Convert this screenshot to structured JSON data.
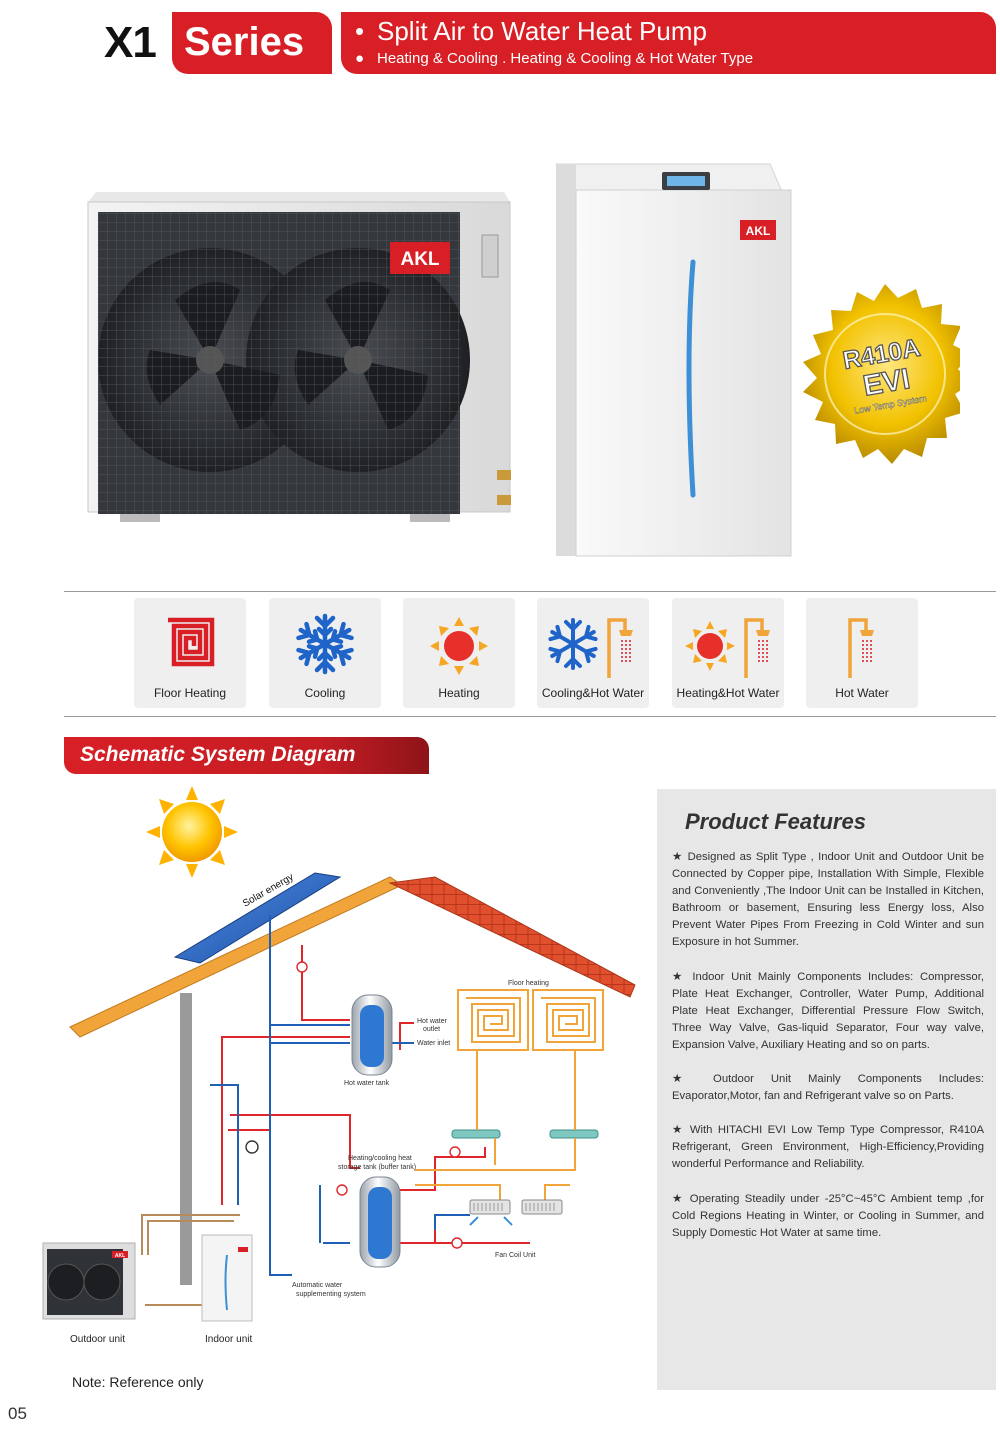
{
  "header": {
    "model": "X1",
    "series": "Series",
    "title": "Split Air to Water Heat Pump",
    "subtitle": "Heating & Cooling  . Heating & Cooling & Hot Water Type"
  },
  "products": {
    "outdoor_brand": "AKL",
    "indoor_brand": "AKL",
    "badge_line1": "R410A",
    "badge_line2": "EVI",
    "badge_line3": "Low Temp System"
  },
  "functions": [
    {
      "label": "Floor Heating",
      "icon": "floor-heating-icon"
    },
    {
      "label": "Cooling",
      "icon": "snowflake-icon"
    },
    {
      "label": "Heating",
      "icon": "sun-icon"
    },
    {
      "label": "Cooling&Hot Water",
      "icon": "snowflake-shower-icon"
    },
    {
      "label": "Heating&Hot Water",
      "icon": "sun-shower-icon"
    },
    {
      "label": "Hot Water",
      "icon": "shower-icon"
    }
  ],
  "section_title": "Schematic System Diagram",
  "diagram": {
    "solar": "Solar energy",
    "floor_heating": "Floor heating",
    "hot_water_outlet_1": "Hot water",
    "hot_water_outlet_2": "outlet",
    "water_inlet": "Water inlet",
    "hot_water_tank": "Hot water tank",
    "buffer_tank_1": "Heating/cooling heat",
    "buffer_tank_2": "storage tank  (buffer tank)",
    "fan_coil": "Fan Coil Unit",
    "auto_water_1": "Automatic water",
    "auto_water_2": "supplementing system",
    "outdoor_unit": "Outdoor unit",
    "indoor_unit": "Indoor unit",
    "unit_brand": "AKL"
  },
  "note": "Note: Reference only",
  "page_number": "05",
  "features": {
    "title": "Product Features",
    "items": [
      "★  Designed as Split Type , Indoor Unit and Outdoor Unit be Connected by Copper pipe,  Installation With Simple, Flexible and Conveniently ,The Indoor Unit can be Installed in Kitchen, Bathroom or basement,   Ensuring less Energy loss, Also Prevent Water Pipes From Freezing in Cold Winter and sun Exposure in hot Summer.",
      "★ Indoor Unit Mainly Components Includes:  Compressor, Plate Heat Exchanger, Controller, Water Pump, Additional Plate Heat Exchanger, Differential Pressure Flow Switch, Three Way Valve, Gas-liquid Separator, Four way valve, Expansion Valve,  Auxiliary Heating and so on parts.",
      "★  Outdoor Unit Mainly Components Includes: Evaporator,Motor, fan and Refrigerant valve so on Parts.",
      "★  With HITACHI EVI Low Temp Type Compressor, R410A Refrigerant,  Green Environment, High-Efficiency,Providing wonderful Performance and Reliability.",
      "★  Operating Steadily under -25°C~45°C Ambient temp ,for Cold Regions Heating in Winter, or Cooling in Summer, and Supply Domestic Hot Water at same time."
    ]
  },
  "colors": {
    "brand_red": "#d81f26",
    "pipe_red": "#e0262b",
    "pipe_blue": "#1f5fb5",
    "pipe_orange": "#f0a43a"
  }
}
